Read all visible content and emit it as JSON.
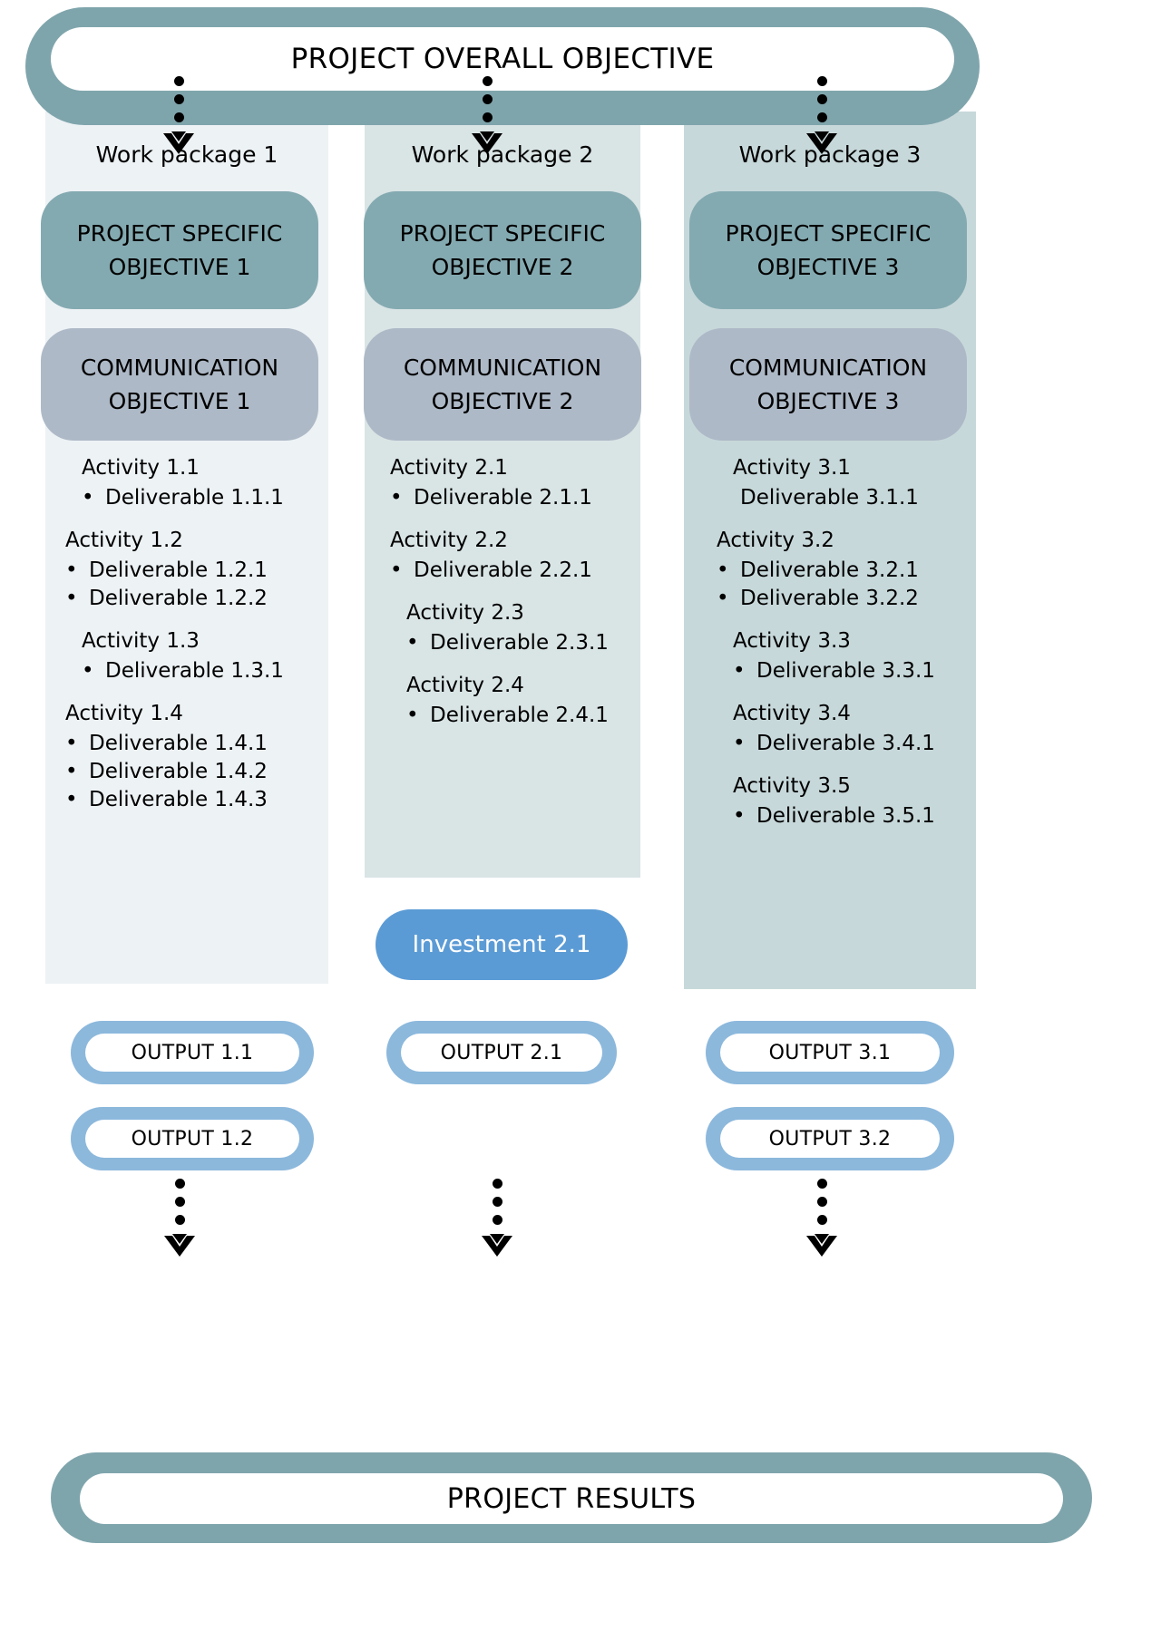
{
  "header": {
    "title": "PROJECT OVERALL OBJECTIVE"
  },
  "footer": {
    "title": "PROJECT RESULTS"
  },
  "colors": {
    "banner_teal": "#7FA5AC",
    "objective_specific": "#84AAB1",
    "objective_communication": "#AEB9C7",
    "investment_blue": "#5B9BD5",
    "output_border_blue": "#8CB8DC",
    "column_1_bg": "#EDF2F5",
    "column_2_bg": "#D9E4E5",
    "column_3_bg": "#C7D8DA",
    "text": "#000000",
    "investment_text": "#FFFFFF"
  },
  "icons": {
    "connector": "dotted-down-arrow-icon",
    "bullet": "bullet-dot-icon"
  },
  "columns": [
    {
      "work_package": "Work package 1",
      "specific_objective": "PROJECT SPECIFIC OBJECTIVE 1",
      "communication_objective": "COMMUNICATION OBJECTIVE 1",
      "activities": [
        {
          "name": "Activity 1.1",
          "indent": 1,
          "deliverables": [
            {
              "label": "Deliverable 1.1.1",
              "bullet": true,
              "indent": 1
            }
          ]
        },
        {
          "name": "Activity 1.2",
          "indent": 0,
          "deliverables": [
            {
              "label": "Deliverable 1.2.1",
              "bullet": true,
              "indent": 0
            },
            {
              "label": "Deliverable 1.2.2",
              "bullet": true,
              "indent": 0
            }
          ]
        },
        {
          "name": "Activity 1.3",
          "indent": 1,
          "deliverables": [
            {
              "label": "Deliverable 1.3.1",
              "bullet": true,
              "indent": 1
            }
          ]
        },
        {
          "name": "Activity 1.4",
          "indent": 0,
          "deliverables": [
            {
              "label": "Deliverable 1.4.1",
              "bullet": true,
              "indent": 0
            },
            {
              "label": "Deliverable 1.4.2",
              "bullet": true,
              "indent": 0
            },
            {
              "label": "Deliverable 1.4.3",
              "bullet": true,
              "indent": 0
            }
          ]
        }
      ],
      "investment": null,
      "outputs": [
        "OUTPUT 1.1",
        "OUTPUT 1.2"
      ]
    },
    {
      "work_package": "Work package 2",
      "specific_objective": "PROJECT SPECIFIC OBJECTIVE 2",
      "communication_objective": "COMMUNICATION OBJECTIVE 2",
      "activities": [
        {
          "name": "Activity 2.1",
          "indent": 0,
          "deliverables": [
            {
              "label": "Deliverable 2.1.1",
              "bullet": true,
              "indent": 0
            }
          ]
        },
        {
          "name": "Activity 2.2",
          "indent": 0,
          "deliverables": [
            {
              "label": "Deliverable 2.2.1",
              "bullet": true,
              "indent": 0
            }
          ]
        },
        {
          "name": "Activity 2.3",
          "indent": 1,
          "deliverables": [
            {
              "label": "Deliverable 2.3.1",
              "bullet": true,
              "indent": 1
            }
          ]
        },
        {
          "name": "Activity 2.4",
          "indent": 1,
          "deliverables": [
            {
              "label": "Deliverable 2.4.1",
              "bullet": true,
              "indent": 1
            }
          ]
        }
      ],
      "investment": "Investment 2.1",
      "outputs": [
        "OUTPUT 2.1"
      ]
    },
    {
      "work_package": "Work package 3",
      "specific_objective": "PROJECT SPECIFIC OBJECTIVE 3",
      "communication_objective": "COMMUNICATION OBJECTIVE 3",
      "activities": [
        {
          "name": "Activity 3.1",
          "indent": 1,
          "deliverables": [
            {
              "label": "Deliverable 3.1.1",
              "bullet": false,
              "indent": 0
            }
          ]
        },
        {
          "name": "Activity 3.2",
          "indent": 0,
          "deliverables": [
            {
              "label": "Deliverable 3.2.1",
              "bullet": true,
              "indent": 0
            },
            {
              "label": "Deliverable 3.2.2",
              "bullet": true,
              "indent": 0
            }
          ]
        },
        {
          "name": "Activity 3.3",
          "indent": 1,
          "deliverables": [
            {
              "label": "Deliverable 3.3.1",
              "bullet": true,
              "indent": 1
            }
          ]
        },
        {
          "name": "Activity 3.4",
          "indent": 1,
          "deliverables": [
            {
              "label": "Deliverable 3.4.1",
              "bullet": true,
              "indent": 1
            }
          ]
        },
        {
          "name": "Activity 3.5",
          "indent": 1,
          "deliverables": [
            {
              "label": "Deliverable 3.5.1",
              "bullet": true,
              "indent": 1
            }
          ]
        }
      ],
      "investment": null,
      "outputs": [
        "OUTPUT 3.1",
        "OUTPUT 3.2"
      ]
    }
  ]
}
